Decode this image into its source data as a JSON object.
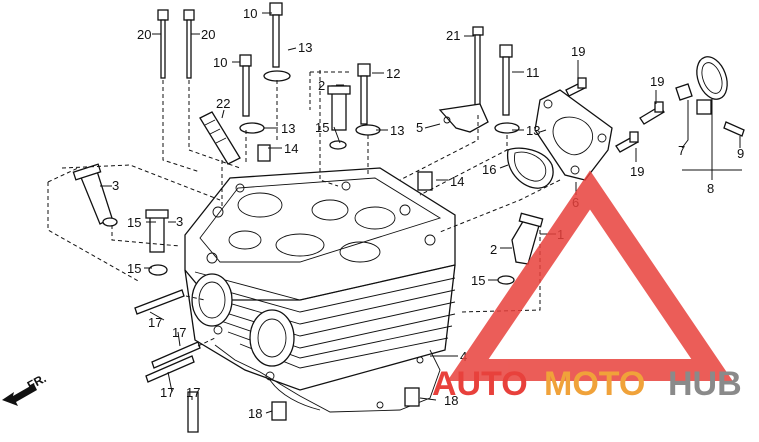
{
  "labels": {
    "p1": "1",
    "p2a": "2",
    "p2b": "2",
    "p3a": "3",
    "p3b": "3",
    "p4": "4",
    "p5": "5",
    "p6": "6",
    "p7": "7",
    "p8": "8",
    "p9": "9",
    "p10a": "10",
    "p10b": "10",
    "p11": "11",
    "p12": "12",
    "p13a": "13",
    "p13b": "13",
    "p13c": "13",
    "p13d": "13",
    "p14a": "14",
    "p14b": "14",
    "p15a": "15",
    "p15b": "15",
    "p15c": "15",
    "p15d": "15",
    "p16": "16",
    "p17a": "17",
    "p17b": "17",
    "p17c": "17",
    "p17d": "17",
    "p18a": "18",
    "p18b": "18",
    "p19a": "19",
    "p19b": "19",
    "p19c": "19",
    "p20a": "20",
    "p20b": "20",
    "p21": "21",
    "p22": "22"
  },
  "direction": {
    "front": "FR."
  },
  "watermark": {
    "part1": "AUTO",
    "part2": "MOTO",
    "part3": "HUB",
    "color_red": "#e8413c",
    "color_orange": "#f0a23a",
    "color_gray": "#8a8a8a"
  }
}
